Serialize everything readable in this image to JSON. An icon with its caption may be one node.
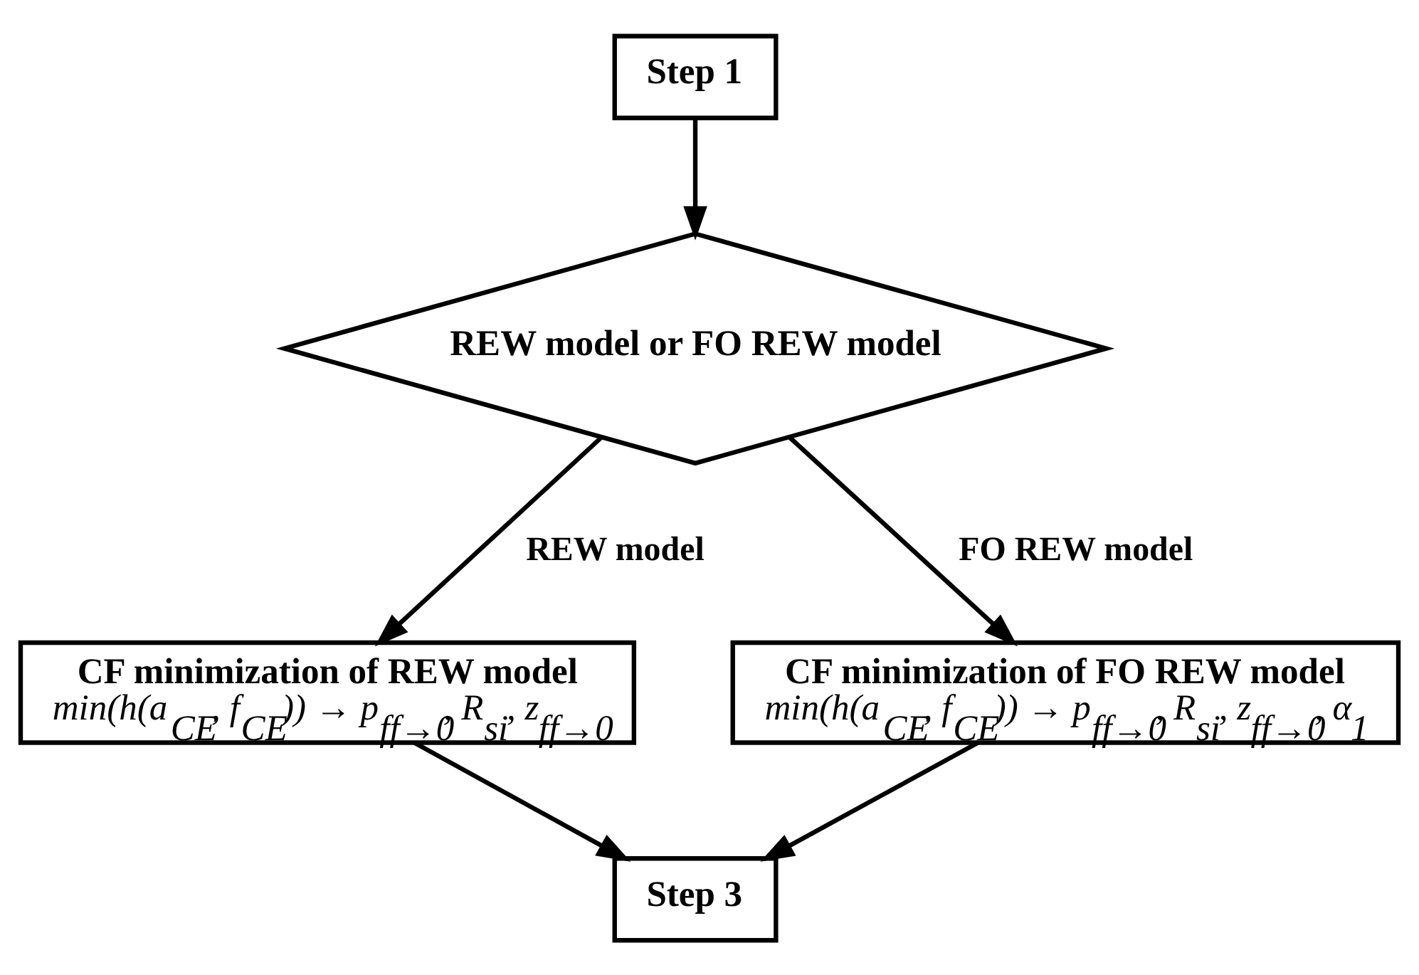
{
  "diagram": {
    "nodes": [
      {
        "text": [
          "Step 1"
        ]
      },
      {
        "text": [
          "REW model or FO REW model"
        ]
      },
      {
        "text": [
          "CF minimization of REW model",
          "min(h(a$_{CE}$, f$_{CE}$)) → p$_{ff→0}$, R$_{si}$, z$_{ff→0}$"
        ]
      },
      {
        "text": [
          "CF minimization of FO REW model",
          "min(h(a$_{CE}$, f$_{CE}$)) → p$_{ff→0}$, R$_{si}$, z$_{ff→0}$, α$_{1}$"
        ]
      },
      {
        "text": [
          "Step 3"
        ]
      }
    ],
    "edges": [
      {
        "from": 0,
        "to": 1,
        "arrow": "to"
      },
      {
        "from": 1,
        "to": 2,
        "arrow": "to",
        "label": "REW model"
      },
      {
        "from": 1,
        "to": 3,
        "arrow": "to",
        "label": "FO REW model"
      },
      {
        "from": 2,
        "to": 4,
        "arrow": "to"
      },
      {
        "from": 3,
        "to": 4,
        "arrow": "to"
      }
    ]
  }
}
